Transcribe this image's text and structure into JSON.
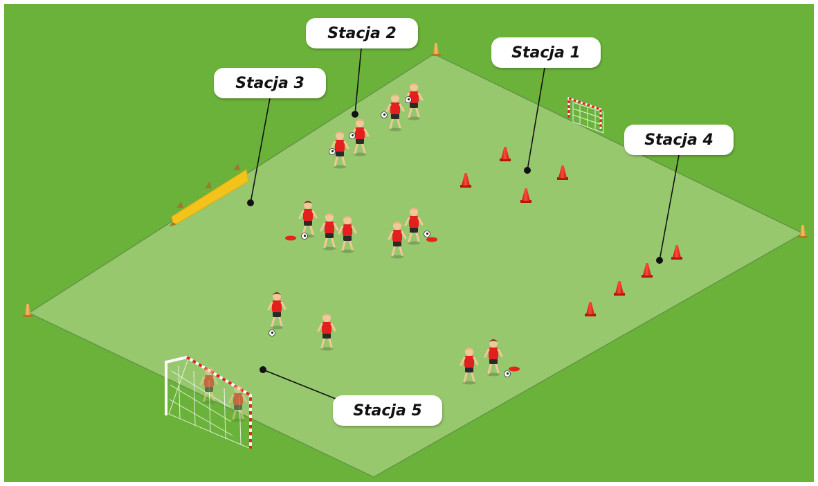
{
  "stations": [
    {
      "id": "s1",
      "label": "Stacja 1"
    },
    {
      "id": "s2",
      "label": "Stacja 2"
    },
    {
      "id": "s3",
      "label": "Stacja 3"
    },
    {
      "id": "s4",
      "label": "Stacja 4"
    },
    {
      "id": "s5",
      "label": "Stacja 5"
    }
  ],
  "colors": {
    "grass": "#6ab23a",
    "field": "#97c86e",
    "field_line": "#5f8e45",
    "jersey": "#e4201e",
    "shorts": "#2a2a2a",
    "cone_red": "#e5241b",
    "cone_orange": "#e2a238",
    "barrier_yellow": "#f3c31c"
  },
  "icons": [
    "cone-icon",
    "player-icon",
    "ball-icon",
    "goal-icon",
    "barrier-icon"
  ]
}
